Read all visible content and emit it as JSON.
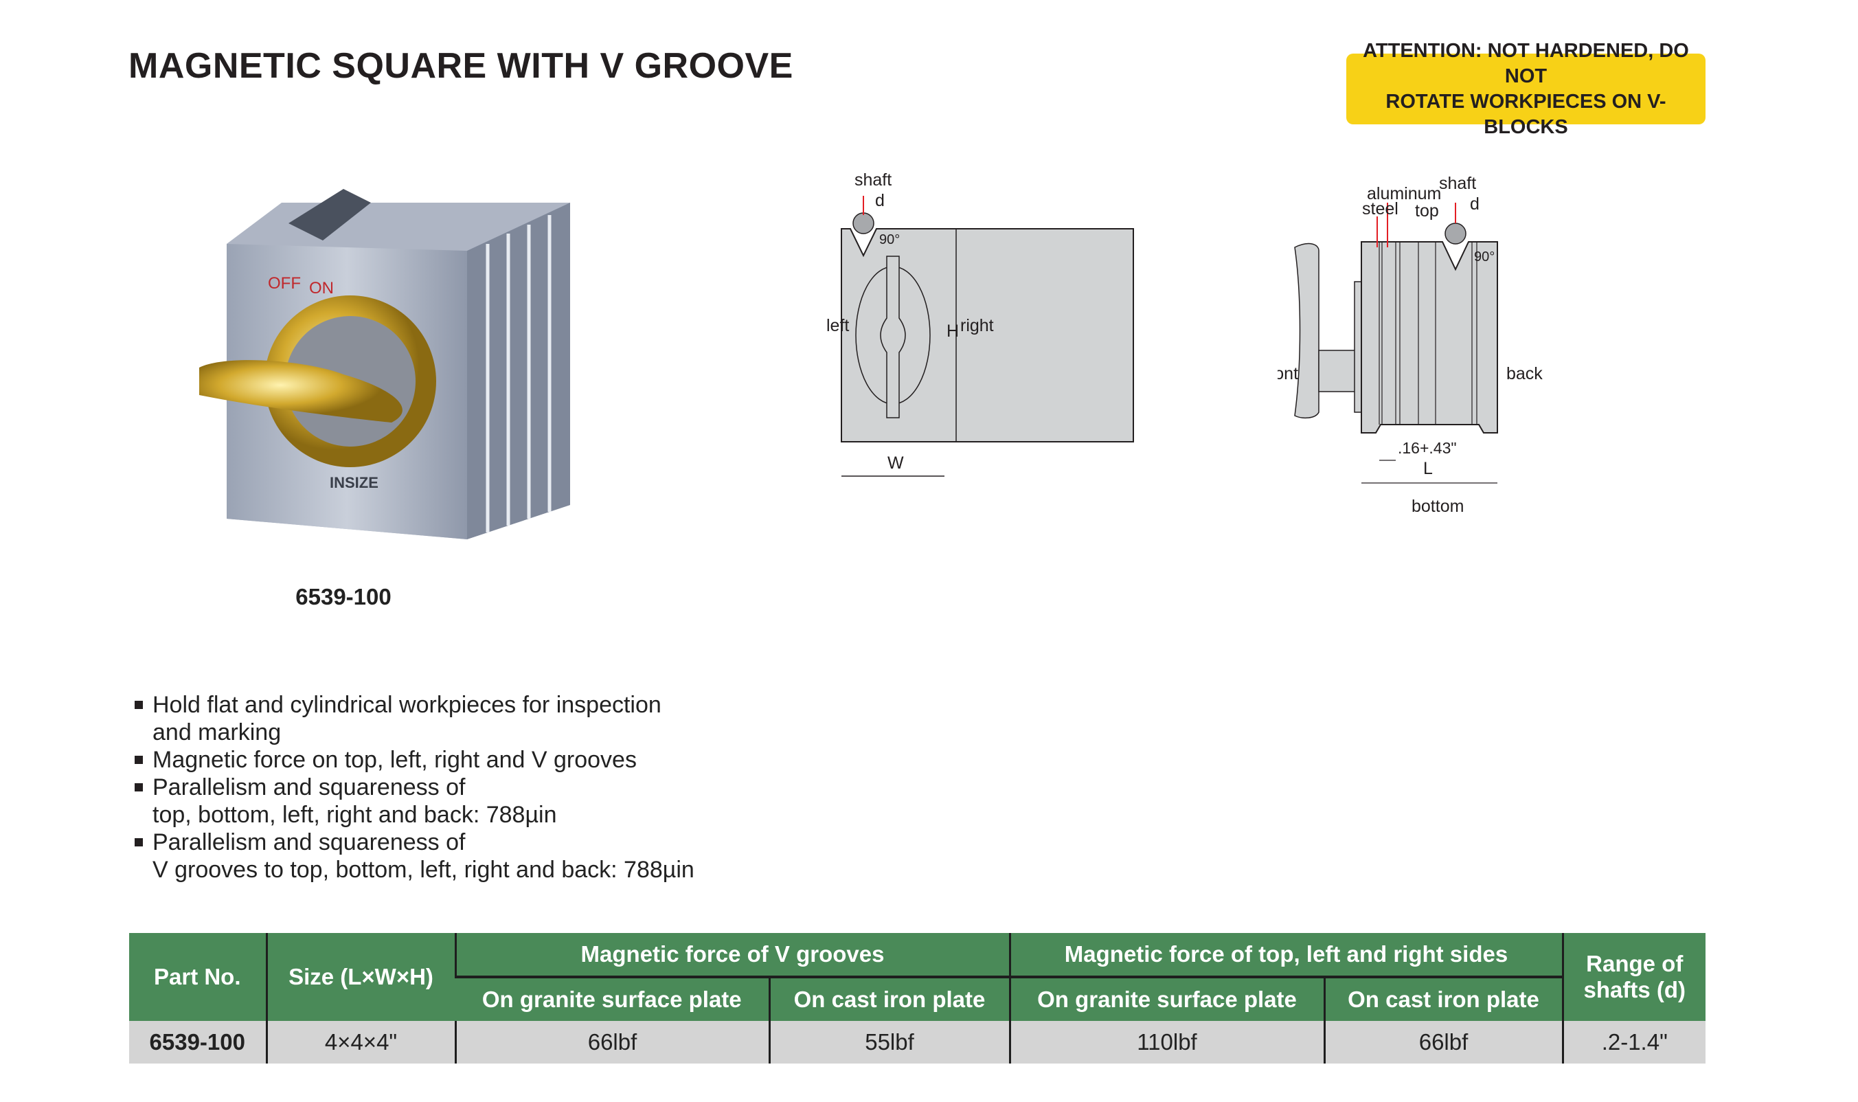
{
  "title": "MAGNETIC SQUARE WITH V GROOVE",
  "attention": {
    "line1": "ATTENTION: NOT HARDENED, DO NOT",
    "line2": "ROTATE WORKPIECES ON V-BLOCKS",
    "color": "#f7d117"
  },
  "photo": {
    "caption": "6539-100",
    "switch_off": "OFF",
    "switch_on": "ON",
    "brand": "INSIZE"
  },
  "diagram_front": {
    "shaft": "shaft",
    "d": "d",
    "angle": "90°",
    "left": "left",
    "right": "right",
    "h": "H",
    "w": "W"
  },
  "diagram_side": {
    "aluminum": "aluminum",
    "steel": "steel",
    "top": "top",
    "shaft": "shaft",
    "d": "d",
    "angle": "90°",
    "front": "front",
    "back": "back",
    "spacing": ".16+.43\"",
    "l": "L",
    "bottom": "bottom"
  },
  "features": [
    {
      "line1": "Hold flat and cylindrical workpieces for inspection",
      "line2": "and marking"
    },
    {
      "line1": "Magnetic force on top, left, right and V grooves",
      "line2": ""
    },
    {
      "line1": "Parallelism and squareness of",
      "line2": "top, bottom, left, right and back: 788µin"
    },
    {
      "line1": "Parallelism and squareness of",
      "line2": "V grooves to top, bottom, left, right and back: 788µin"
    }
  ],
  "table": {
    "headers": {
      "part_no": "Part No.",
      "size": "Size (L×W×H)",
      "v_grooves": "Magnetic force of V grooves",
      "sides": "Magnetic force of top, left and right sides",
      "range": "Range of shafts (d)",
      "granite": "On granite surface plate",
      "cast_iron": "On cast iron plate"
    },
    "rows": [
      {
        "part_no": "6539-100",
        "size": "4×4×4\"",
        "v_granite": "66lbf",
        "v_cast": "55lbf",
        "s_granite": "110lbf",
        "s_cast": "66lbf",
        "range": ".2-1.4\""
      }
    ],
    "header_color": "#4a8a58"
  }
}
